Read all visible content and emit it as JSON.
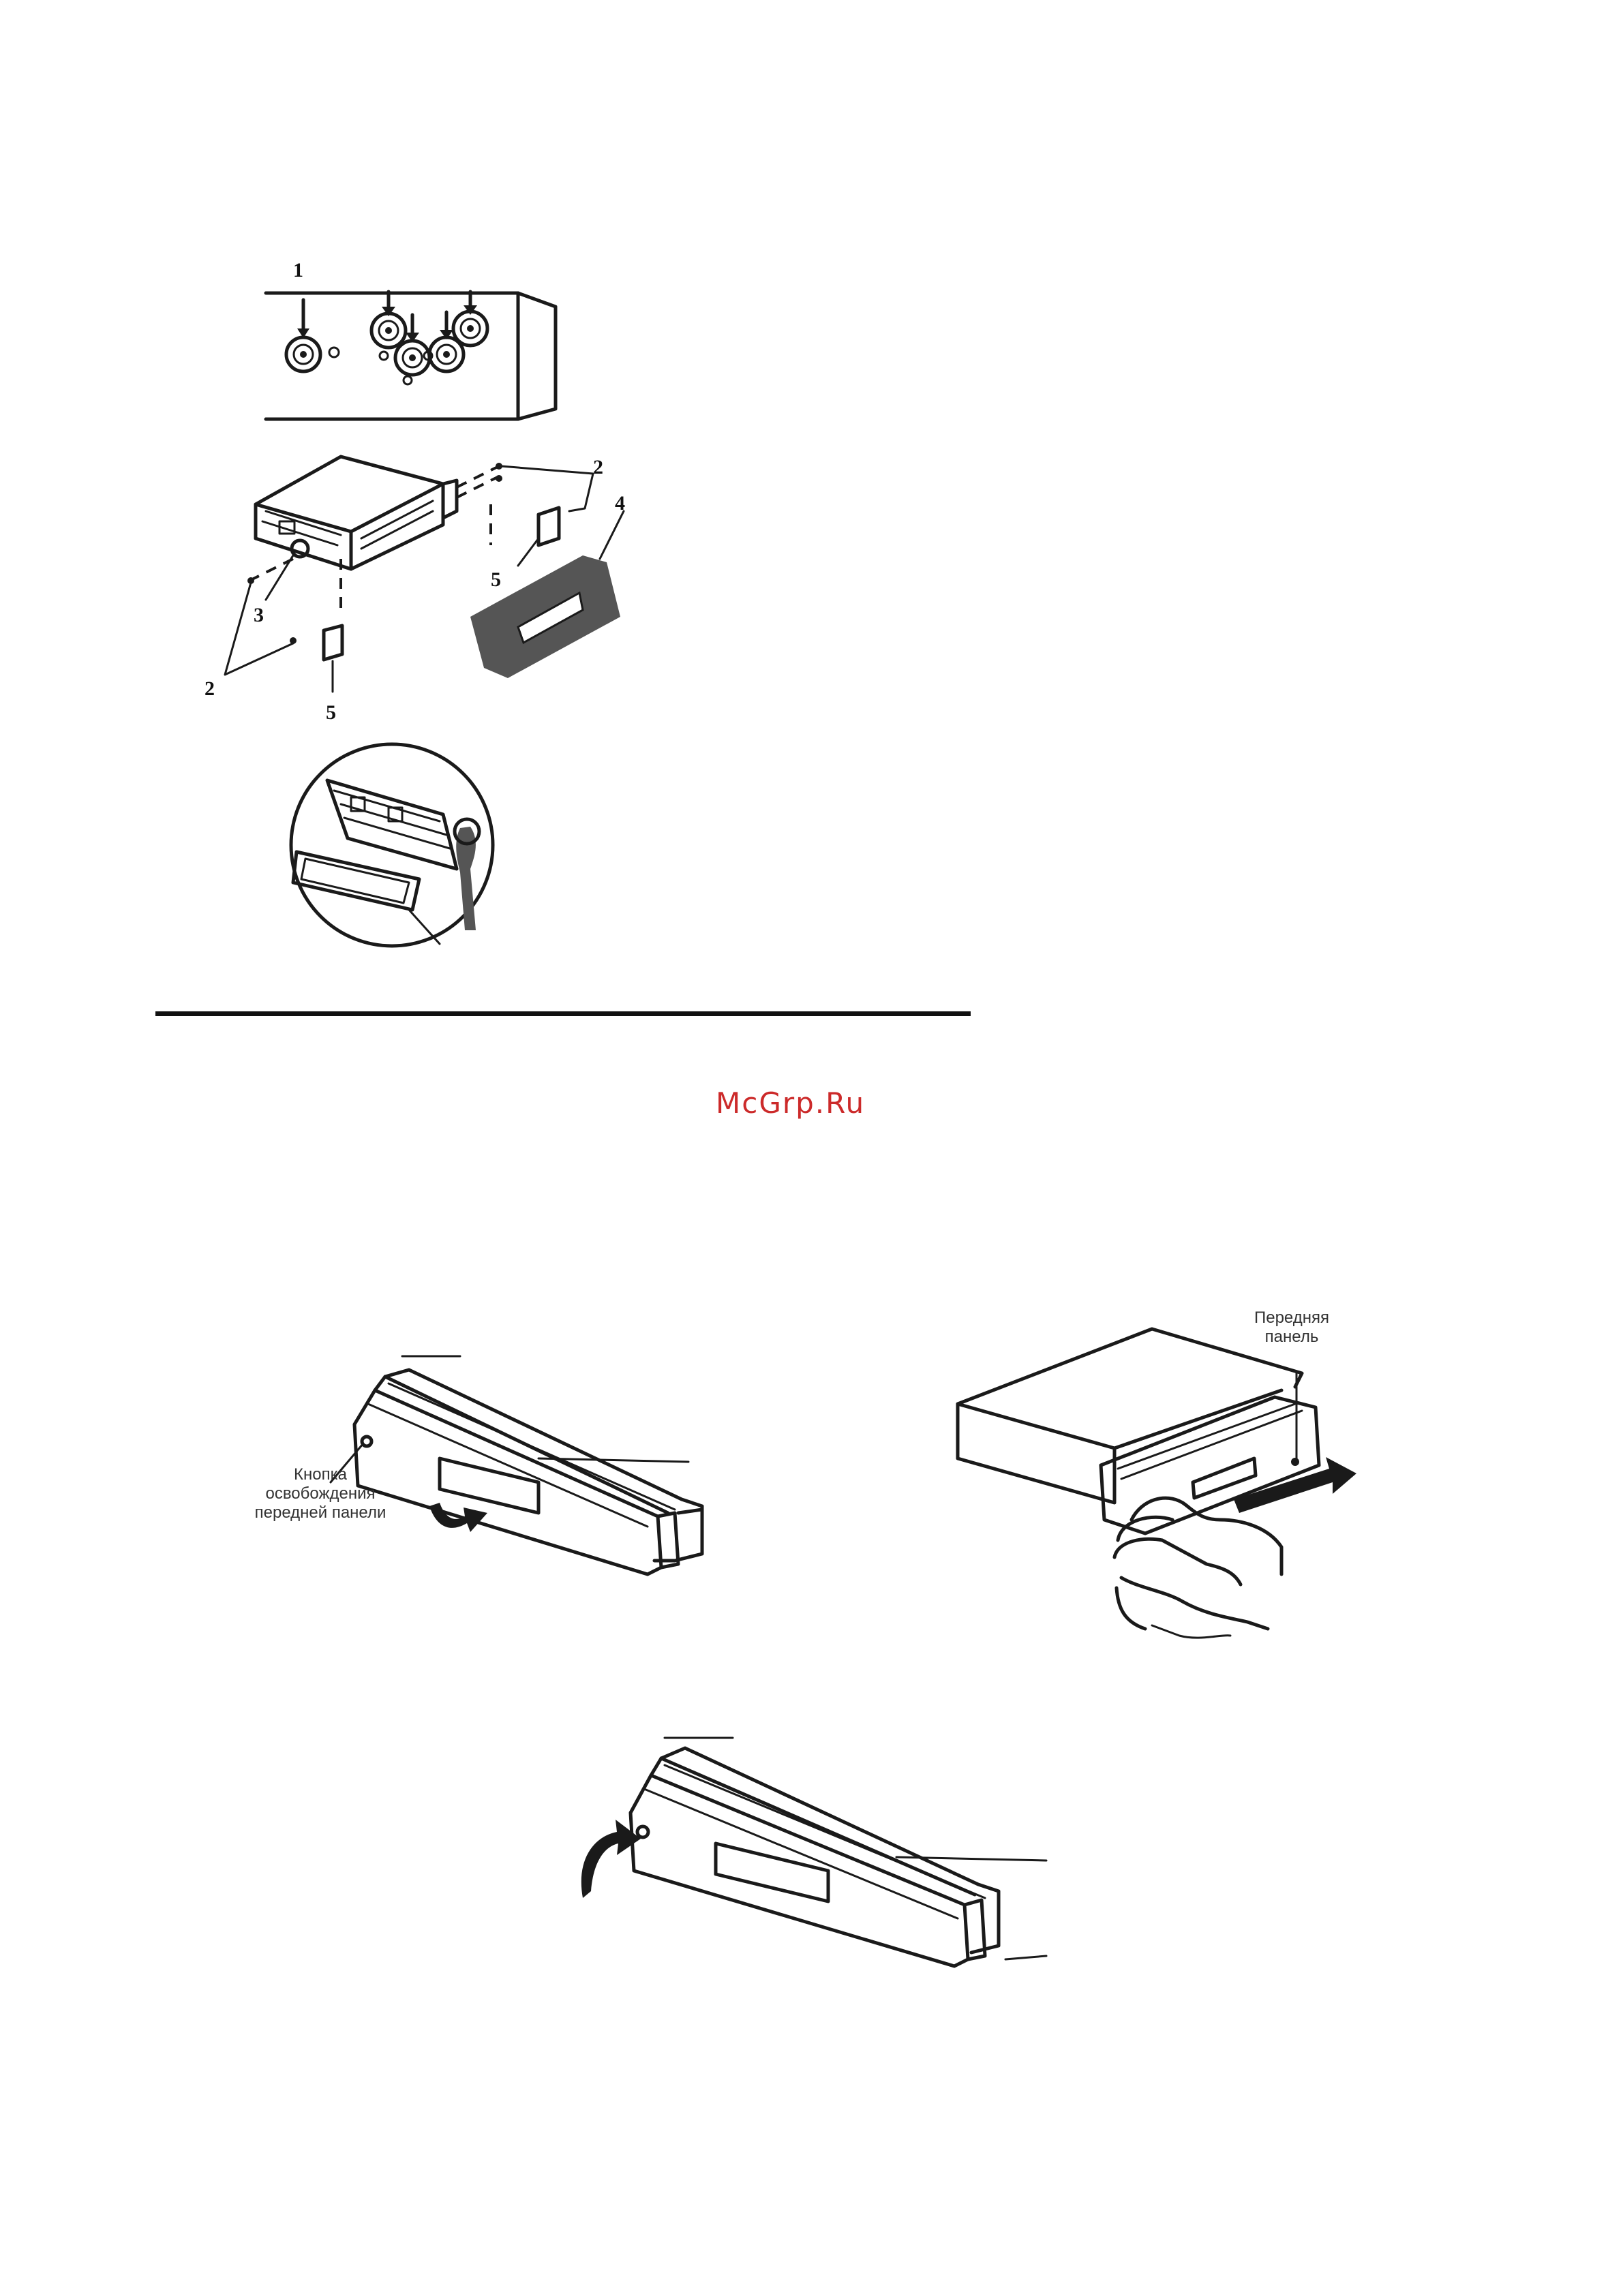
{
  "watermark": {
    "text": "McGrp.Ru",
    "color": "#cc2a2a"
  },
  "figure_top": {
    "callouts": [
      "1",
      "2",
      "3",
      "4",
      "5"
    ]
  },
  "figure_remove": {
    "release_button_label": [
      "Кнопка",
      "освобождения",
      "передней панели"
    ]
  },
  "figure_pull": {
    "front_panel_label": [
      "Передняя",
      "панель"
    ]
  },
  "figure_attach": {}
}
